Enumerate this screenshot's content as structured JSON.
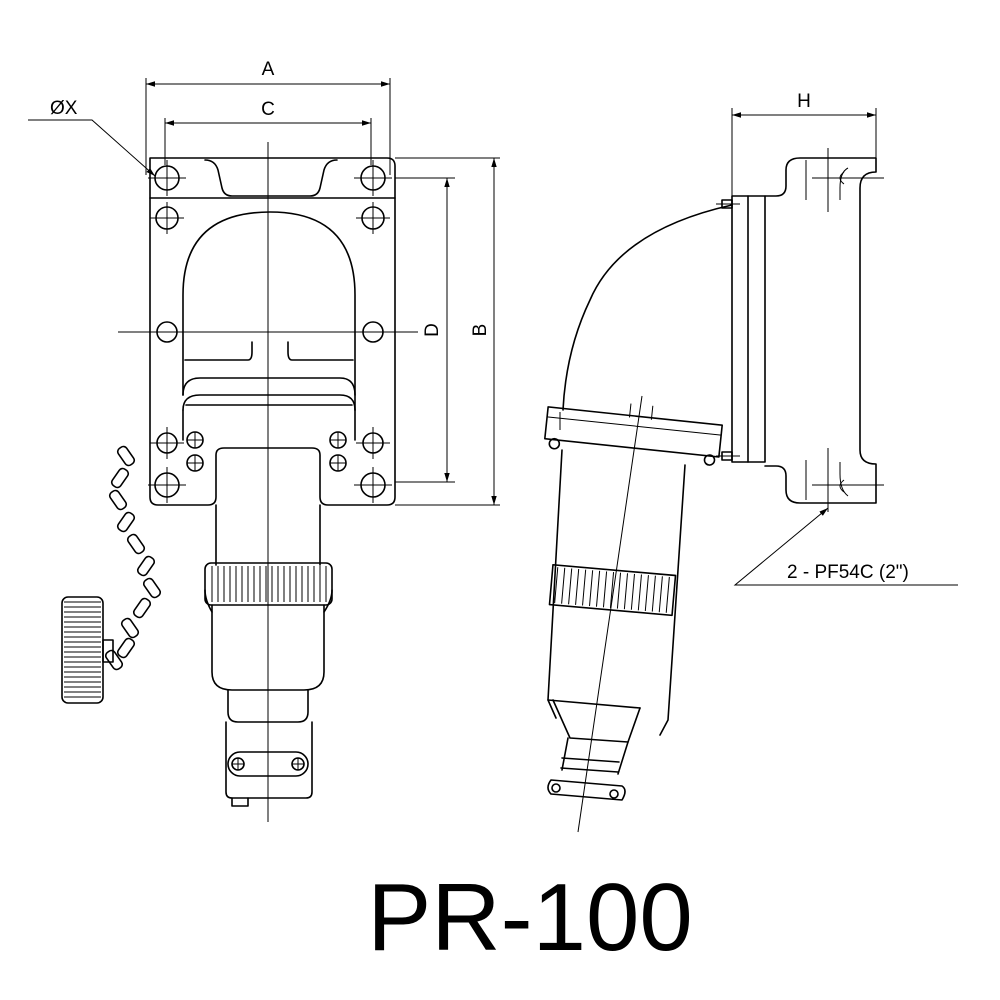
{
  "drawing": {
    "model": "PR-100",
    "dimensions": {
      "A": "A",
      "B": "B",
      "C": "C",
      "D": "D",
      "H": "H",
      "hole_dia": "ØX"
    },
    "callout": "2 - PF54C (2\")"
  }
}
